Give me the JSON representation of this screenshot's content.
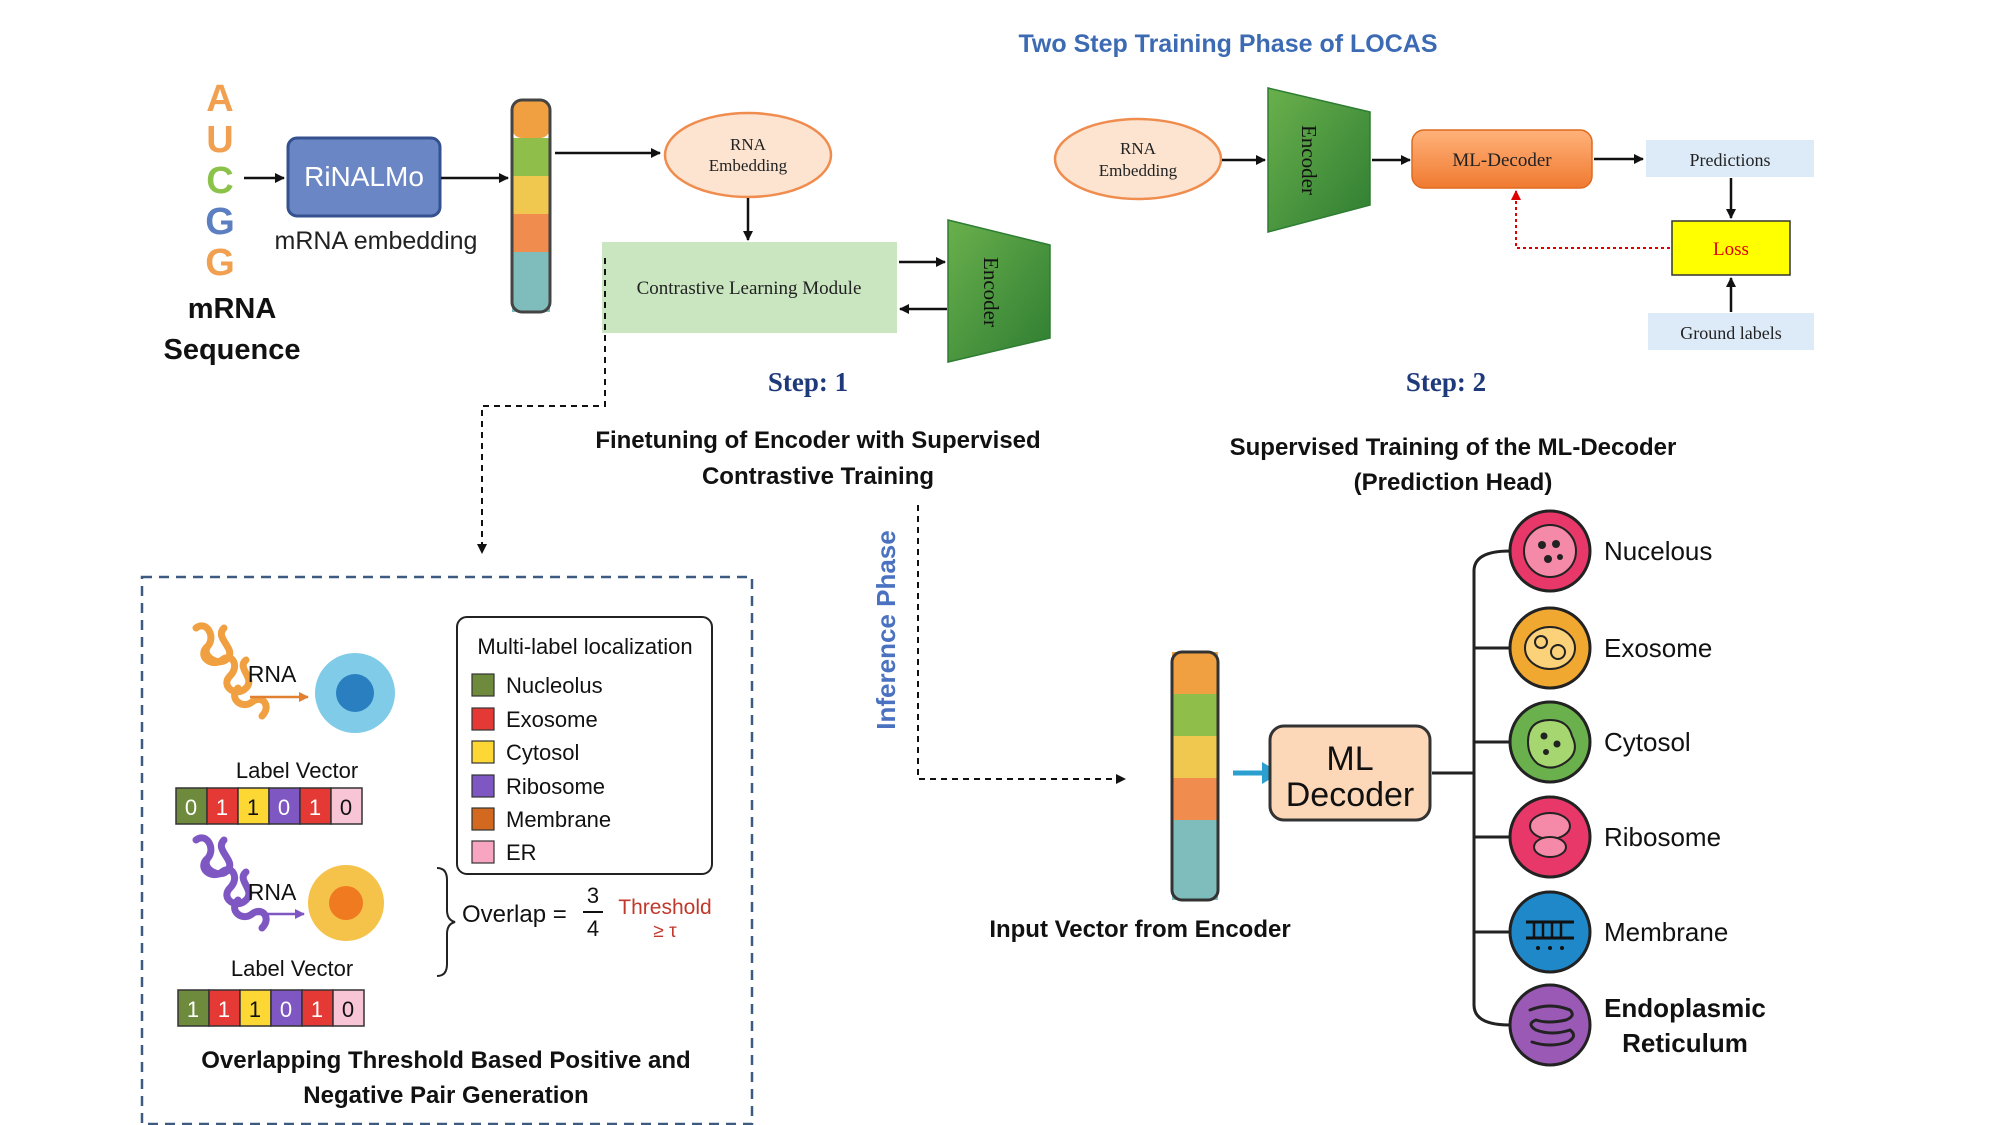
{
  "title": "Two Step Training Phase of LOCAS",
  "mrna": {
    "letters": [
      "A",
      "U",
      "C",
      "G",
      "G"
    ],
    "letter_colors": [
      "#f0a050",
      "#f0a050",
      "#8bc34a",
      "#5b7fc0",
      "#f0a050"
    ],
    "label_line1": "mRNA",
    "label_line2": "Sequence"
  },
  "rinalmo": {
    "label": "RiNALMo",
    "caption": "mRNA embedding"
  },
  "embedding_colors": [
    "#f0a040",
    "#8fbf4a",
    "#f0c850",
    "#ef8c4e",
    "#7fbcbc"
  ],
  "step1": {
    "rna_embedding_line1": "RNA",
    "rna_embedding_line2": "Embedding",
    "contrastive_module": "Contrastive Learning Module",
    "encoder": "Encoder",
    "step_label": "Step: 1",
    "caption_line1": "Finetuning of Encoder with Supervised",
    "caption_line2": "Contrastive Training"
  },
  "step2": {
    "rna_embedding_line1": "RNA",
    "rna_embedding_line2": "Embedding",
    "encoder": "Encoder",
    "ml_decoder": "ML-Decoder",
    "predictions": "Predictions",
    "loss": "Loss",
    "ground_labels": "Ground labels",
    "step_label": "Step: 2",
    "caption_line1": "Supervised Training of the ML-Decoder",
    "caption_line2": "(Prediction Head)"
  },
  "pair_generation": {
    "rna_label_1": "RNA",
    "label_vector_1": "Label Vector",
    "vector_1": [
      "0",
      "1",
      "1",
      "0",
      "1",
      "0"
    ],
    "rna_label_2": "RNA",
    "label_vector_2": "Label Vector",
    "vector_2": [
      "1",
      "1",
      "1",
      "0",
      "1",
      "0"
    ],
    "legend_title": "Multi-label localization",
    "legend_items": [
      {
        "label": "Nucleolus",
        "color": "#6e8b3d"
      },
      {
        "label": "Exosome",
        "color": "#e53935"
      },
      {
        "label": "Cytosol",
        "color": "#fdd835"
      },
      {
        "label": "Ribosome",
        "color": "#7e57c2"
      },
      {
        "label": "Membrane",
        "color": "#d2691e"
      },
      {
        "label": "ER",
        "color": "#f8a5c2"
      }
    ],
    "overlap_label": "Overlap =",
    "overlap_numerator": "3",
    "overlap_denominator": "4",
    "threshold_line1": "Threshold",
    "threshold_line2": "≥ τ",
    "caption_line1": "Overlapping Threshold Based Positive and",
    "caption_line2": "Negative Pair Generation"
  },
  "inference": {
    "phase_label": "Inference Phase",
    "input_caption": "Input Vector from Encoder",
    "decoder_line1": "ML",
    "decoder_line2": "Decoder",
    "outputs": [
      {
        "label": "Nucelous",
        "color": "#e8386a"
      },
      {
        "label": "Exosome",
        "color": "#f0a830"
      },
      {
        "label": "Cytosol",
        "color": "#6ab04c"
      },
      {
        "label": "Ribosome",
        "color": "#e8386a"
      },
      {
        "label": "Membrane",
        "color": "#1e88c8"
      },
      {
        "label": "Endoplasmic",
        "label2": "Reticulum",
        "color": "#9b59b6"
      }
    ]
  }
}
